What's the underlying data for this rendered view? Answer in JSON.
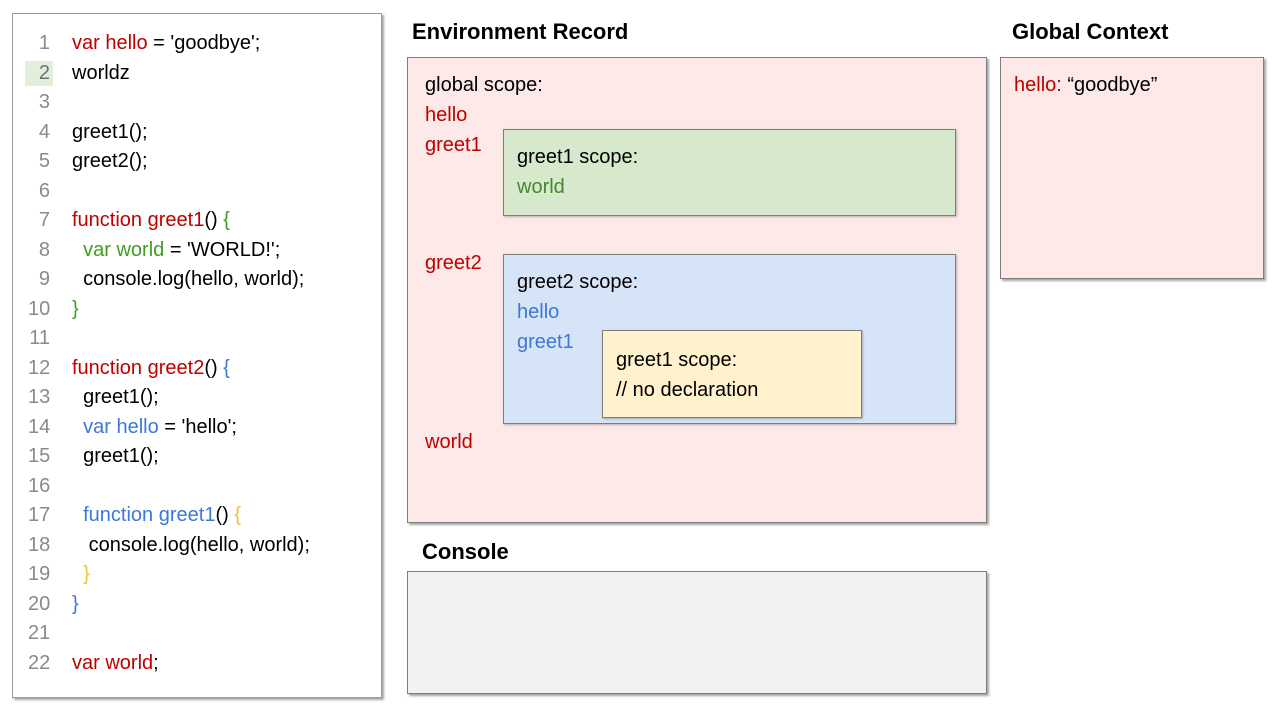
{
  "code_editor": {
    "highlighted_line": 2,
    "lines": [
      {
        "n": "1",
        "segs": [
          {
            "t": "var hello",
            "c": "red"
          },
          {
            "t": " = 'goodbye';"
          }
        ]
      },
      {
        "n": "2",
        "hl": true,
        "segs": [
          {
            "t": "worldz"
          }
        ]
      },
      {
        "n": "3",
        "segs": []
      },
      {
        "n": "4",
        "segs": [
          {
            "t": "greet1();"
          }
        ]
      },
      {
        "n": "5",
        "segs": [
          {
            "t": "greet2();"
          }
        ]
      },
      {
        "n": "6",
        "segs": []
      },
      {
        "n": "7",
        "segs": [
          {
            "t": "function greet1",
            "c": "red"
          },
          {
            "t": "() "
          },
          {
            "t": "{",
            "c": "green"
          }
        ]
      },
      {
        "n": "8",
        "segs": [
          {
            "t": "  "
          },
          {
            "t": "var world",
            "c": "green"
          },
          {
            "t": " = 'WORLD!';"
          }
        ]
      },
      {
        "n": "9",
        "segs": [
          {
            "t": "  console.log(hello, world);"
          }
        ]
      },
      {
        "n": "10",
        "segs": [
          {
            "t": "}",
            "c": "green"
          }
        ]
      },
      {
        "n": "11",
        "segs": []
      },
      {
        "n": "12",
        "segs": [
          {
            "t": "function greet2",
            "c": "red"
          },
          {
            "t": "() "
          },
          {
            "t": "{",
            "c": "blue"
          }
        ]
      },
      {
        "n": "13",
        "segs": [
          {
            "t": "  greet1();"
          }
        ]
      },
      {
        "n": "14",
        "segs": [
          {
            "t": "  "
          },
          {
            "t": "var hello",
            "c": "blue"
          },
          {
            "t": " = 'hello';"
          }
        ]
      },
      {
        "n": "15",
        "segs": [
          {
            "t": "  greet1();"
          }
        ]
      },
      {
        "n": "16",
        "segs": []
      },
      {
        "n": "17",
        "segs": [
          {
            "t": "  "
          },
          {
            "t": "function greet1",
            "c": "blue"
          },
          {
            "t": "() "
          },
          {
            "t": "{",
            "c": "yellow"
          }
        ]
      },
      {
        "n": "18",
        "segs": [
          {
            "t": "   console.log(hello, world);"
          }
        ]
      },
      {
        "n": "19",
        "segs": [
          {
            "t": "  "
          },
          {
            "t": "}",
            "c": "yellow"
          }
        ]
      },
      {
        "n": "20",
        "segs": [
          {
            "t": "}",
            "c": "blue"
          }
        ]
      },
      {
        "n": "21",
        "segs": []
      },
      {
        "n": "22",
        "segs": [
          {
            "t": "var world",
            "c": "red"
          },
          {
            "t": ";"
          }
        ]
      }
    ]
  },
  "environment_record": {
    "title": "Environment Record",
    "global_scope": {
      "label": "global scope:",
      "entries": [
        "hello",
        "greet1",
        "greet2",
        "world"
      ]
    },
    "greet1_scope": {
      "label": "greet1 scope:",
      "entries": [
        "world"
      ]
    },
    "greet2_scope": {
      "label": "greet2 scope:",
      "entries": [
        "hello",
        "greet1"
      ]
    },
    "nested_greet1_scope": {
      "label": "greet1 scope:",
      "comment": "// no declaration"
    }
  },
  "global_context": {
    "title": "Global Context",
    "entry": {
      "name": "hello:",
      "value": "“goodbye”"
    }
  },
  "console_panel": {
    "title": "Console"
  },
  "colors": {
    "keyword_red": "#c00000",
    "keyword_green": "#3f9e1e",
    "keyword_blue": "#3c78d8",
    "keyword_yellow": "#f1c232",
    "line_number_gray": "#8a8a8a",
    "line_highlight_green": "#e2efda",
    "scope_pink_bg": "#fce9e8",
    "scope_green_bg": "#d7e9cd",
    "scope_blue_bg": "#d6e4f7",
    "scope_yellow_bg": "#fff2cc",
    "console_gray_bg": "#f2f2f2",
    "box_border_gray": "#7d7d7d"
  }
}
